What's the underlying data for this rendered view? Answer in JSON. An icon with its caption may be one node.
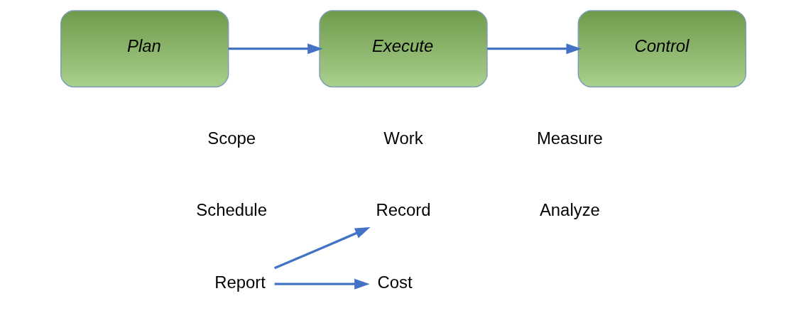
{
  "diagram": {
    "nodes": [
      {
        "text": [
          "Plan"
        ]
      },
      {
        "text": [
          "Execute"
        ]
      },
      {
        "text": [
          "Control"
        ]
      },
      {
        "text": [
          "Record"
        ]
      },
      {
        "text": [
          "Cost"
        ]
      },
      {
        "text": [
          "Report"
        ]
      }
    ],
    "edges": [
      {
        "from": 0,
        "to": 1,
        "arrow": "to"
      },
      {
        "from": 1,
        "to": 2,
        "arrow": "to"
      },
      {
        "from": 5,
        "to": 4,
        "arrow": "to"
      },
      {
        "from": 5,
        "to": 3,
        "arrow": "to"
      }
    ],
    "labels": [
      "Scope",
      "Work",
      "Measure",
      "Schedule",
      "Analyze"
    ]
  }
}
